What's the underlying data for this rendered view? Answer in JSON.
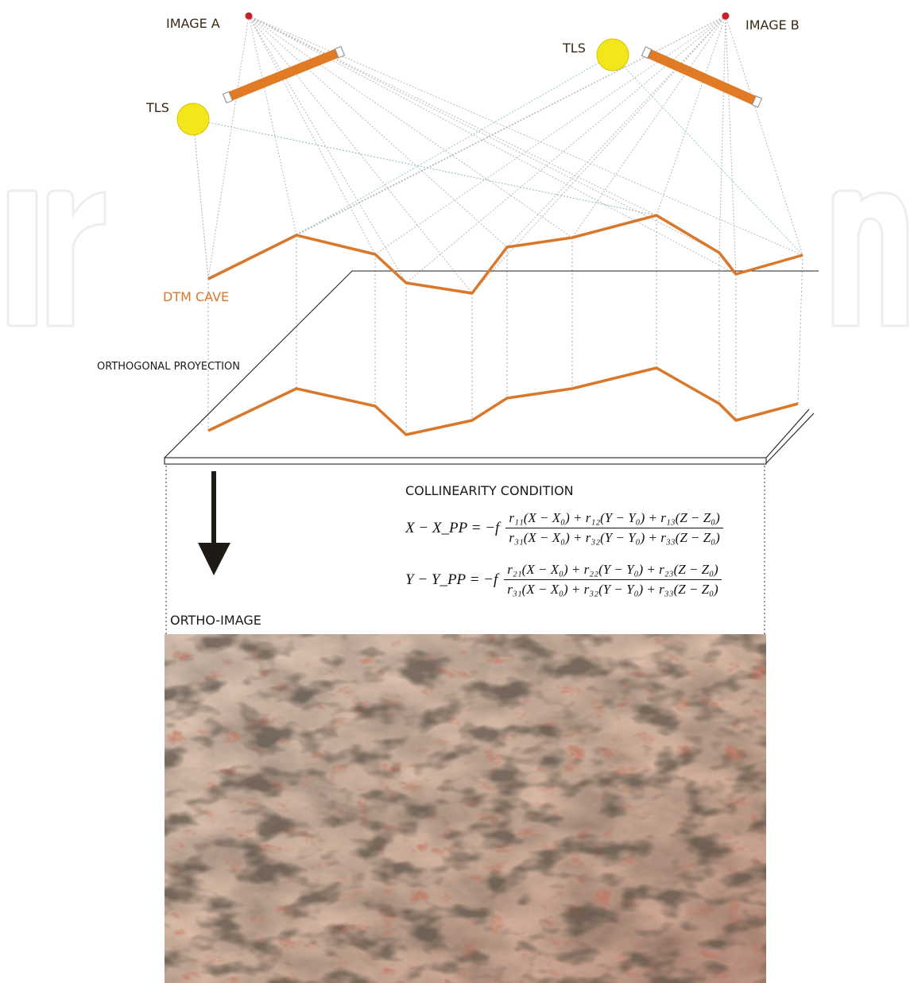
{
  "labels": {
    "image_a": "IMAGE A",
    "image_b": "IMAGE B",
    "tls_left": "TLS",
    "tls_right": "TLS",
    "dtm_cave": "DTM CAVE",
    "orthogonal_projection": "ORTHOGONAL PROYECTION",
    "ortho_image": "ORTHO-IMAGE",
    "collinearity_title": "COLLINEARITY CONDITION"
  },
  "equations": {
    "eq1": {
      "lhs": "X − X_PP = −f",
      "numerator": "r₁₁(X − X₀) + r₁₂(Y − Y₀) + r₁₃(Z − Z₀)",
      "denominator": "r₃₁(X − X₀) + r₃₂(Y − Y₀) + r₃₃(Z − Z₀)"
    },
    "eq2": {
      "lhs": "Y − Y_PP = −f",
      "numerator": "r₂₁(X − X₀) + r₂₂(Y − Y₀) + r₂₃(Z − Z₀)",
      "denominator": "r₃₁(X − X₀) + r₃₂(Y − Y₀) + r₃₃(Z − Z₀)"
    }
  },
  "colors": {
    "orange": "#d9772a",
    "tls_yellow": "#f3e61a",
    "camera_red": "#c8202a",
    "rock_base": "#a08a76",
    "pigment_red": "#8a2a1c"
  },
  "icons": {
    "camera": "camera-point-icon",
    "scanner": "tls-scanner-icon",
    "arrow": "down-arrow-icon"
  }
}
